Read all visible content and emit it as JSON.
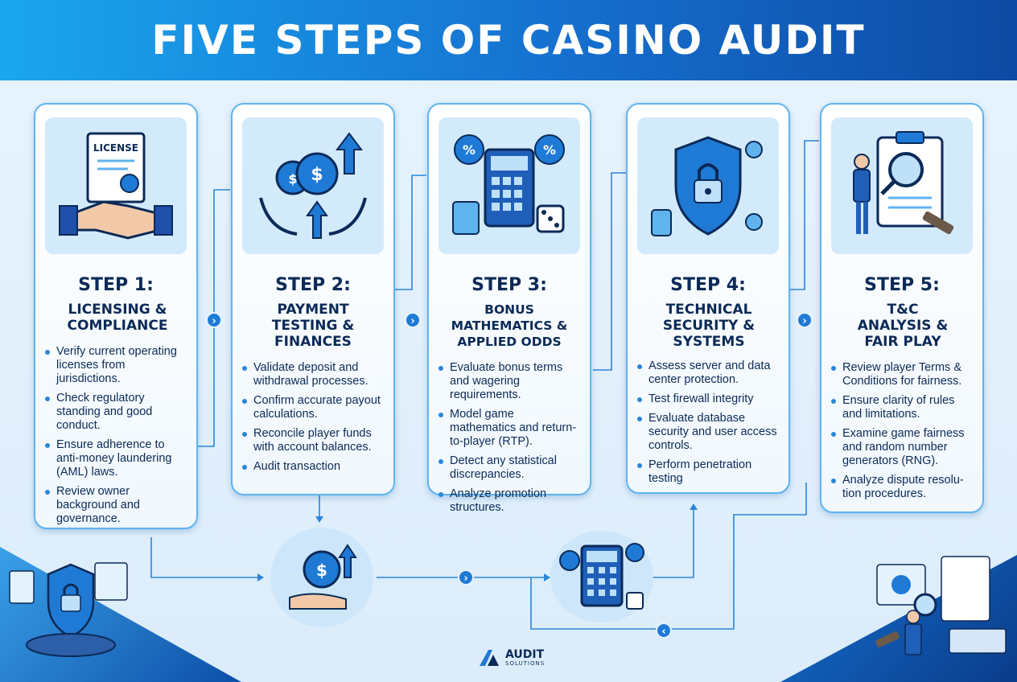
{
  "title": "FIVE STEPS OF CASINO AUDIT",
  "colors": {
    "primary": "#1f7ad6",
    "dark": "#0b2a57",
    "light": "#d3eafb",
    "accent": "#5fb4ee"
  },
  "steps": [
    {
      "number": "STEP 1:",
      "title": "LICENSING & COMPLIANCE",
      "icon": "license-handshake-icon",
      "license_label": "LICENSE",
      "bullets": [
        "Verify current operating licenses from jurisdictions.",
        "Check regulatory standing and good conduct.",
        "Ensure adherence to anti-money laundering (AML) laws.",
        "Review owner background and governance."
      ]
    },
    {
      "number": "STEP 2:",
      "title": "PAYMENT TESTING & FINANCES",
      "icon": "money-bags-hands-icon",
      "bullets": [
        "Validate deposit and withdrawal processes.",
        "Confirm accurate payout calculations.",
        "Reconcile player funds with account balances.",
        "Audit transaction"
      ]
    },
    {
      "number": "STEP 3:",
      "title": "BONUS MATHEMATICS & APPLIED ODDS",
      "icon": "calculator-dice-icon",
      "bullets": [
        "Evaluate bonus terms and wagering requirements.",
        "Model game mathematics and return-to-player (RTP).",
        "Detect any statistical discrepancies.",
        "Analyze promotion structures."
      ]
    },
    {
      "number": "STEP 4:",
      "title": "TECHNICAL SECURITY & SYSTEMS",
      "icon": "security-shield-lock-icon",
      "bullets": [
        "Assess server and data center protection.",
        "Test firewall integrity",
        "Evaluate database security and user access controls.",
        "Perform penetration testing"
      ]
    },
    {
      "number": "STEP 5:",
      "title": "T&C ANALYSIS & FAIR PLAY",
      "icon": "clipboard-magnifier-gavel-icon",
      "bullets": [
        "Review player Terms & Conditions for fairness.",
        "Ensure clarity of rules and limitations.",
        "Examine game fairness and random number generators (RNG).",
        "Analyze dispute resolu- tion procedures."
      ]
    }
  ],
  "logo": {
    "name": "AUDIT",
    "sub": "SOLUTIONS"
  },
  "flow_icons": [
    "money-bag-hand-icon",
    "calculator-dice-icon"
  ],
  "corner_icons": [
    "security-laptop-icon",
    "audit-desk-icon"
  ]
}
